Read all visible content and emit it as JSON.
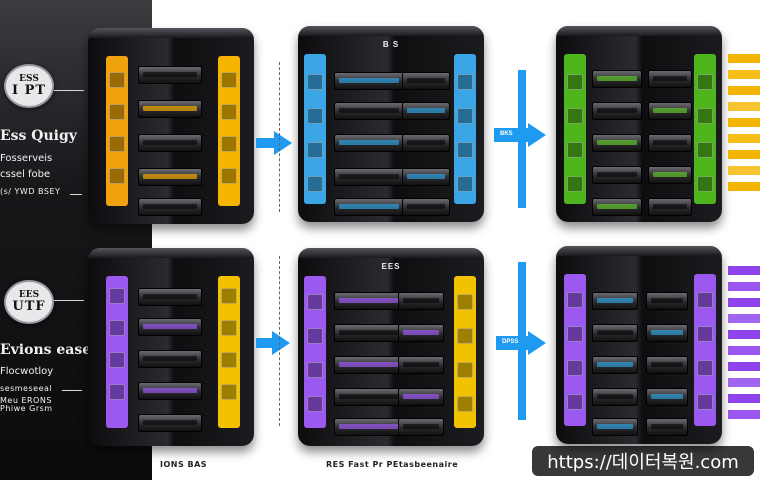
{
  "left_panel": {
    "top_badge": {
      "line1": "ESS",
      "line2": "I PT"
    },
    "top_lines": [
      "Ess Quigy",
      "Fosserveis",
      "cssel fobe",
      "(s/ YWD BSEY"
    ],
    "bottom_badge": {
      "line1": "EES",
      "line2": "UTF"
    },
    "bottom_lines": [
      "Evions ease",
      "Flocwotloy",
      "sesmeseeal",
      "Meu ERONS",
      "Phiwe Grsm"
    ]
  },
  "rows": [
    {
      "servers": [
        {
          "header": "",
          "accent": "#f2a900",
          "left_col": "#f0a20e",
          "right_col": "#f5b400"
        },
        {
          "header": "B S",
          "accent": "#2d9cdb",
          "left_col": "#3aa6e6",
          "right_col": "#3aa6e6"
        },
        {
          "header": "",
          "accent": "#5fc22a",
          "left_col": "#4fb51c",
          "right_col": "#4fb51c"
        }
      ],
      "arrow_label": "BKS",
      "stripe_color": "#f5b400"
    },
    {
      "servers": [
        {
          "header": "",
          "accent": "#9b59f0",
          "left_col": "#9b59f0",
          "right_col": "#f2c200"
        },
        {
          "header": "EES",
          "accent": "#9b59f0",
          "left_col": "#9b59f0",
          "right_col": "#f2c200"
        },
        {
          "header": "",
          "accent": "#2d9cdb",
          "left_col": "#9b59f0",
          "right_col": "#9b59f0"
        }
      ],
      "arrow_label": "DPSS",
      "stripe_color": "#8e44ec"
    }
  ],
  "captions": {
    "left": "IONS BAS",
    "middle": "RES Fast Pr PEtasbeenaire"
  },
  "watermark": "https://데이터복원.com"
}
